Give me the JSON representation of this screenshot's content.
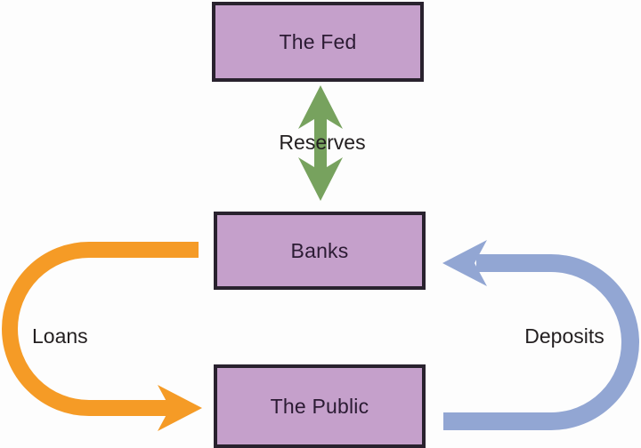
{
  "colors": {
    "background": "#fdfdfd",
    "box-fill": "#c5a0cb",
    "box-border": "#29222e",
    "box-text": "#2b1b33",
    "label-text": "#231f20",
    "reserves-arrow": "#77a25e",
    "loans-arrow": "#f59b26",
    "deposits-arrow": "#92a6d3"
  },
  "boxes": {
    "fed": {
      "label": "The Fed"
    },
    "banks": {
      "label": "Banks"
    },
    "public": {
      "label": "The Public"
    }
  },
  "arrows": {
    "reserves": {
      "label": "Reserves",
      "between": [
        "The Fed",
        "Banks"
      ],
      "direction": "bidirectional"
    },
    "loans": {
      "label": "Loans",
      "from": "Banks",
      "to": "The Public",
      "direction": "one-way"
    },
    "deposits": {
      "label": "Deposits",
      "from": "The Public",
      "to": "Banks",
      "direction": "one-way"
    }
  }
}
